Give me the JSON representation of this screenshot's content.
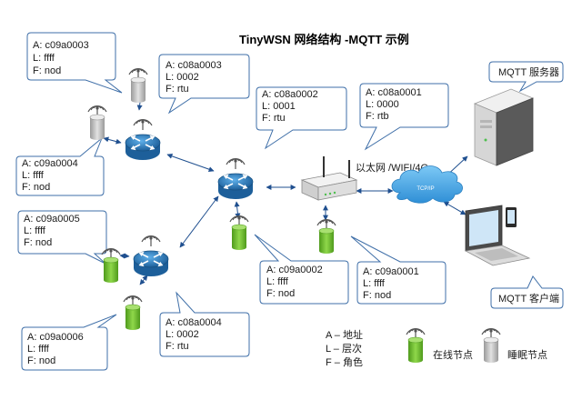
{
  "title": "TinyWSN 网络结构 -MQTT 示例",
  "colors": {
    "router": "#2f80bf",
    "online": "#6cc12a",
    "sleep": "#b8b8b8",
    "link": "#1f4f8f",
    "bubble_border": "#3f6fa8",
    "cloud": "#3fa4e6"
  },
  "nodes": [
    {
      "id": "n1",
      "role": "sleep",
      "A": "A: c09a0003",
      "L": "L: ffff",
      "F": "F: nod"
    },
    {
      "id": "n2",
      "role": "router",
      "A": "A: c08a0003",
      "L": "L: 0002",
      "F": "F: rtu"
    },
    {
      "id": "n3",
      "role": "sleep",
      "A": "A: c09a0004",
      "L": "L: ffff",
      "F": "F: nod"
    },
    {
      "id": "n4",
      "role": "router",
      "A": "A: c08a0002",
      "L": "L: 0001",
      "F": "F: rtu"
    },
    {
      "id": "n5",
      "role": "gateway",
      "A": "A: c08a0001",
      "L": "L: 0000",
      "F": "F: rtb"
    },
    {
      "id": "n6",
      "role": "online",
      "A": "A: c09a0005",
      "L": "L: ffff",
      "F": "F: nod"
    },
    {
      "id": "n7",
      "role": "online",
      "A": "A: c09a0002",
      "L": "L: ffff",
      "F": "F: nod"
    },
    {
      "id": "n8",
      "role": "online",
      "A": "A: c09a0001",
      "L": "L: ffff",
      "F": "F: nod"
    },
    {
      "id": "n9",
      "role": "router",
      "A": "A: c08a0004",
      "L": "L: 0002",
      "F": "F: rtu"
    },
    {
      "id": "n10",
      "role": "online",
      "A": "A: c09a0006",
      "L": "L: ffff",
      "F": "F: nod"
    }
  ],
  "labels": {
    "ethernet": "以太网 /WIFI/4G",
    "cloud": "TCP/IP",
    "mqtt_server": "MQTT 服务器",
    "mqtt_client": "MQTT 客户端"
  },
  "legend": {
    "a_def": "A – 地址",
    "l_def": "L – 层次",
    "f_def": "F – 角色",
    "online": "在线节点",
    "sleep": "睡眠节点"
  }
}
